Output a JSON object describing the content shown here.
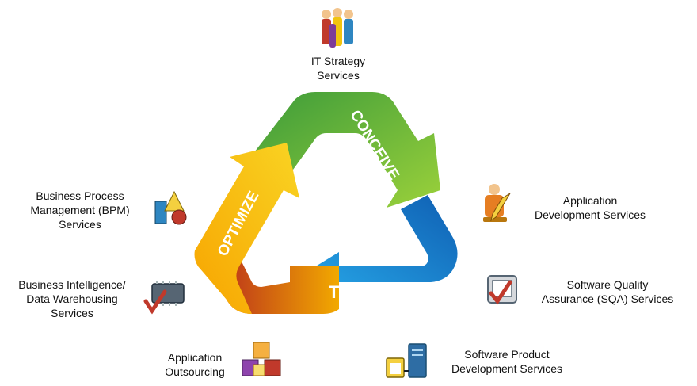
{
  "cycle": {
    "conceive": "CONCEIVE",
    "transform": "TRANSFORM",
    "optimize": "OPTIMIZE",
    "colors": {
      "green": "#6db33f",
      "blue": "#1a8fd6",
      "yellow": "#f5b800",
      "red": "#c0392b"
    }
  },
  "services": {
    "it_strategy": [
      "IT Strategy",
      "Services"
    ],
    "app_dev": [
      "Application",
      "Development Services"
    ],
    "sqa": [
      "Software Quality",
      "Assurance (SQA) Services"
    ],
    "product_dev": [
      "Software Product",
      "Development Services"
    ],
    "outsourcing": [
      "Application",
      "Outsourcing"
    ],
    "bi_dw": [
      "Business Intelligence/",
      "Data Warehousing",
      "Services"
    ],
    "bpm": [
      "Business Process",
      "Management (BPM)",
      "Services"
    ]
  },
  "icons": {
    "it_strategy": "people-group-icon",
    "app_dev": "developer-pencil-icon",
    "sqa": "quality-check-icon",
    "product_dev": "computer-tower-icon",
    "outsourcing": "cubes-icon",
    "bi_dw": "chip-check-icon",
    "bpm": "shapes-icon"
  }
}
